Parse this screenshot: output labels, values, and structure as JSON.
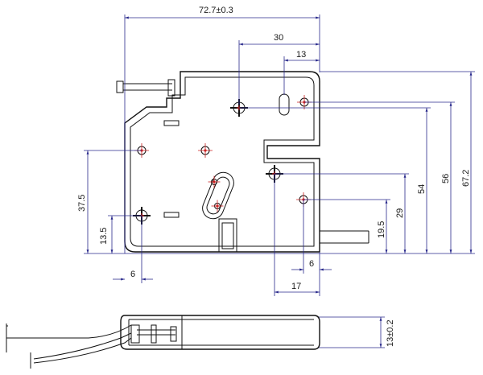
{
  "colors": {
    "outline": "#111111",
    "dimension_line": "#2a2a8c",
    "center_mark": "#cc2222"
  },
  "dimensions": {
    "overall_width": "72.7±0.3",
    "d_30": "30",
    "d_13": "13",
    "d_67_2": "67.2",
    "d_56": "56",
    "d_54": "54",
    "d_29": "29",
    "d_19_5": "19.5",
    "d_37_5": "37.5",
    "d_13_5": "13.5",
    "d_6_left": "6",
    "d_6_right": "6",
    "d_17": "17",
    "thickness": "13±0.2"
  }
}
